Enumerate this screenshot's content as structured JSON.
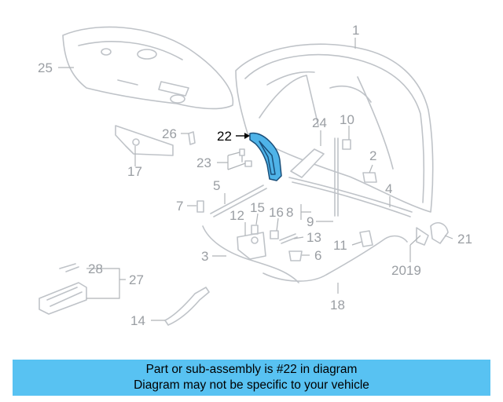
{
  "diagram": {
    "highlight_color": "#4fb3e8",
    "callouts": {
      "c1": "1",
      "c2": "2",
      "c3": "3",
      "c4": "4",
      "c5": "5",
      "c6": "6",
      "c7": "7",
      "c8": "8",
      "c9": "9",
      "c10": "10",
      "c11": "11",
      "c12": "12",
      "c13": "13",
      "c14": "14",
      "c15": "15",
      "c16": "16",
      "c17": "17",
      "c18": "18",
      "c2019": "2019",
      "c21": "21",
      "c22": "22",
      "c23": "23",
      "c24": "24",
      "c25": "25",
      "c26": "26",
      "c27": "27",
      "c28": "28"
    }
  },
  "banner": {
    "background": "#58c2f2",
    "line1": "Part or sub-assembly is #22 in diagram",
    "line2": "Diagram may not be specific to your vehicle"
  }
}
